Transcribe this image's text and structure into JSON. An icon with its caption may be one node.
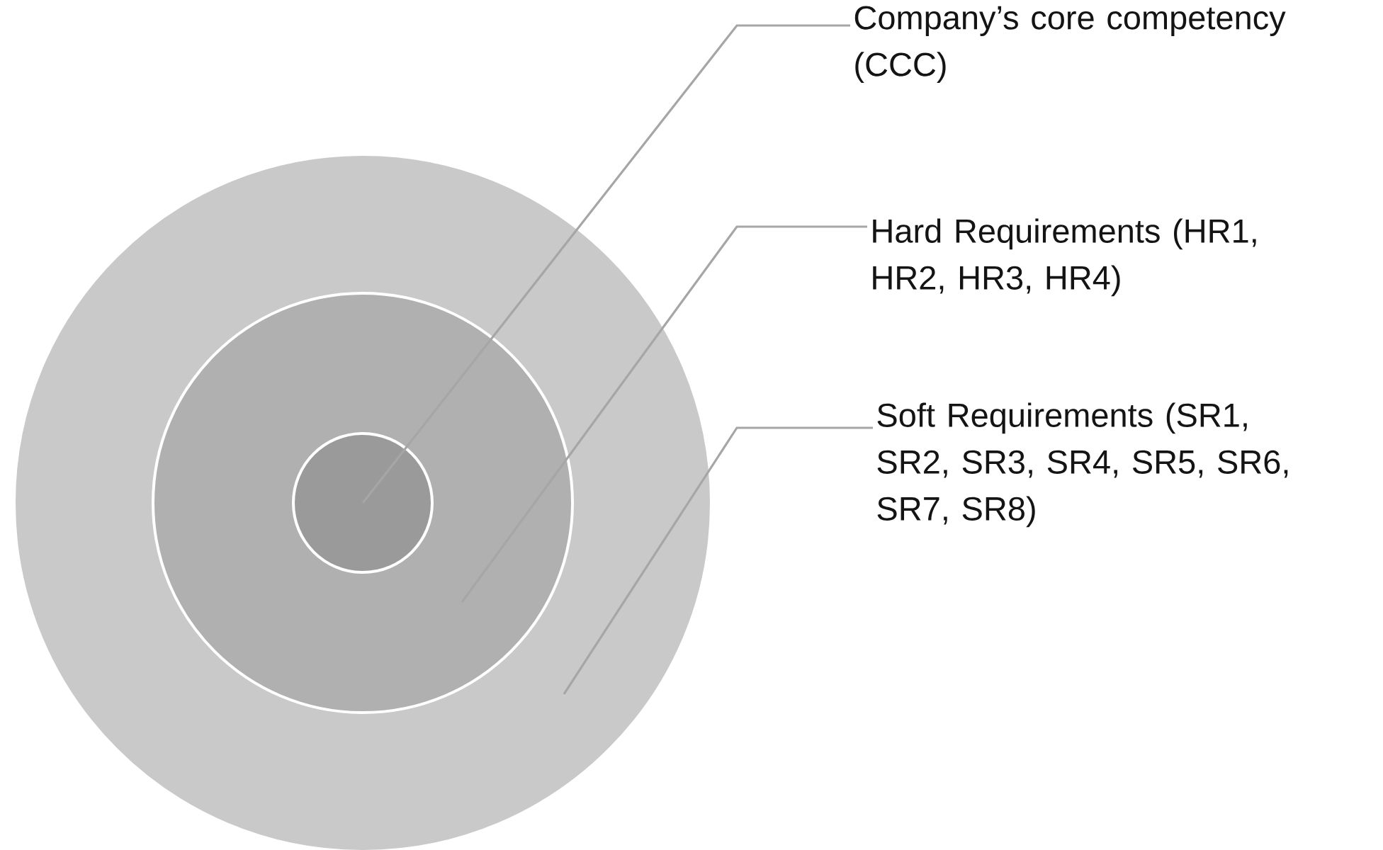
{
  "diagram": {
    "nodes": [
      {
        "text": [
          "Company’s core competency (CCC)"
        ]
      },
      {
        "text": [
          "Hard Requirements (HR1, HR2, HR3, HR4)"
        ]
      },
      {
        "text": [
          "Soft Requirements (SR1, SR2, SR3, SR4, SR5, SR6, SR7, SR8)"
        ]
      },
      {
        "text": [],
        "shape": "circle"
      },
      {
        "text": [],
        "shape": "circle",
        "in": 3
      },
      {
        "text": [],
        "shape": "circle",
        "in": 4
      }
    ],
    "edges": [
      {
        "from": 0,
        "to": 5,
        "arrow": "none"
      },
      {
        "from": 1,
        "to": 4,
        "arrow": "none"
      },
      {
        "from": 2,
        "to": 3,
        "arrow": "none"
      }
    ]
  }
}
